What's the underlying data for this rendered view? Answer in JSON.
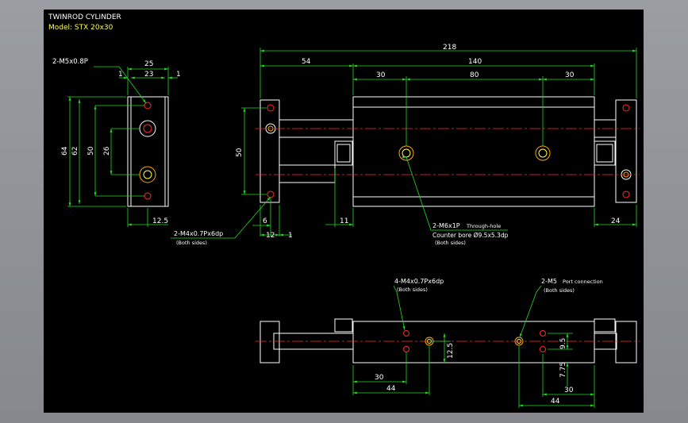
{
  "title": {
    "line1": "TWINROD CYLINDER",
    "line2": "Model: STX  20x30"
  },
  "colors": {
    "background": "#000000",
    "part_outline": "#ffffff",
    "dimension": "#22dd22",
    "centerline": "#ff2a2a",
    "fastener": "#ffaa00"
  },
  "dims": {
    "left_view": {
      "w25": "25",
      "w23": "23",
      "w1a": "1",
      "w1b": "1",
      "h64": "64",
      "h62": "62",
      "h50": "50",
      "h26": "26",
      "w12_5": "12.5"
    },
    "top_view": {
      "d218": "218",
      "d54": "54",
      "d140": "140",
      "d30a": "30",
      "d80": "80",
      "d30b": "30",
      "d50": "50",
      "d6": "6",
      "d12": "12",
      "d1": "1",
      "d11": "11",
      "d24": "24"
    },
    "bottom_view": {
      "d30": "30",
      "d44a": "44",
      "d12_5": "12.5",
      "d9_5": "9.5",
      "d7_75": "7.75",
      "d30b": "30",
      "d44b": "44"
    }
  },
  "notes": {
    "m5_thread": "2-M5x0.8P",
    "m4_tap": "2-M4x0.7Px6dp",
    "both_sides_a": "(Both sides)",
    "m6_hole": "2-M6x1P",
    "through_hole": "Through-hole",
    "counter_bore": "Counter bore Ø9.5x5.3dp",
    "both_sides_b": "(Both sides)",
    "m4_tap_4": "4-M4x0.7Px6dp",
    "both_sides_c": "(Both sides)",
    "m5_port": "2-M5",
    "port_connection": "Port connection",
    "both_sides_d": "(Both sides)"
  }
}
